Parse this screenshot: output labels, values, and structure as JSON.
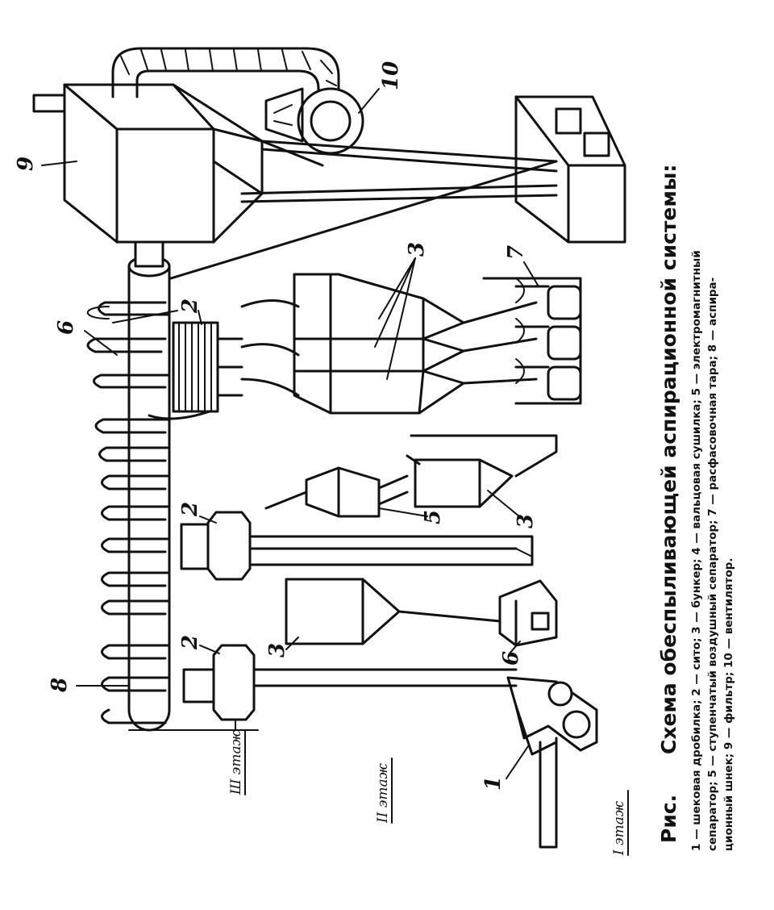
{
  "caption": {
    "fig_label": "Рис.",
    "title": "Схема обеспыливающей аспирационной системы:",
    "legend_lines": [
      "1 — шековая дробилка; 2 — сито; 3 — бункер; 4 — вальцовая сушилка; 5 — электромагнитный",
      "сепаратор; 5 — ступенчатый воздушный сепаратор; 7 — расфасовочная тара; 8 — аспира-",
      "ционный шнек; 9 — фильтр; 10 — вентилятор."
    ]
  },
  "floors": [
    "Ш этаж",
    "II этаж",
    "I этаж"
  ],
  "callouts": {
    "c1": "1",
    "c2a": "2",
    "c2b": "2",
    "c2c": "2",
    "c3a": "3",
    "c3b": "3",
    "c3c": "3",
    "c5": "5",
    "c6a": "6",
    "c6b": "6",
    "c7": "7",
    "c8": "8",
    "c9": "9",
    "c10": "10"
  }
}
